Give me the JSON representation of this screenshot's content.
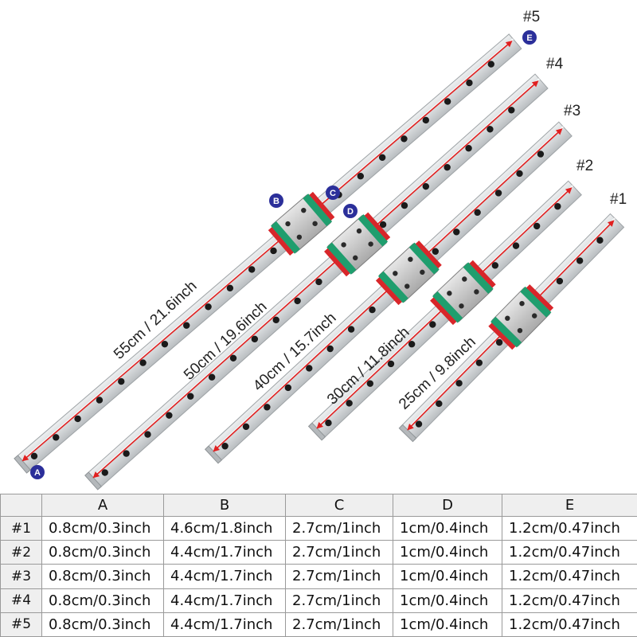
{
  "rails": [
    {
      "number": "#1",
      "length_label": "25cm / 9.8inch"
    },
    {
      "number": "#2",
      "length_label": "30cm / 11.8inch"
    },
    {
      "number": "#3",
      "length_label": "40cm / 15.7inch"
    },
    {
      "number": "#4",
      "length_label": "50cm / 19.6inch"
    },
    {
      "number": "#5",
      "length_label": "55cm / 21.6inch"
    }
  ],
  "markers": {
    "a": "A",
    "b": "B",
    "c": "C",
    "d": "D",
    "e": "E"
  },
  "colors": {
    "rail": "#cfd3d6",
    "rail_highlight": "#eef0f1",
    "measure_line": "#e02020",
    "block_green": "#1f9e6e",
    "block_red": "#d8262a",
    "marker_blue": "#2b2f9a"
  },
  "table": {
    "corner": "",
    "headers": [
      "A",
      "B",
      "C",
      "D",
      "E"
    ],
    "rows": [
      {
        "label": "#1",
        "cells": [
          "0.8cm/0.3inch",
          "4.6cm/1.8inch",
          "2.7cm/1inch",
          "1cm/0.4inch",
          "1.2cm/0.47inch"
        ]
      },
      {
        "label": "#2",
        "cells": [
          "0.8cm/0.3inch",
          "4.4cm/1.7inch",
          "2.7cm/1inch",
          "1cm/0.4inch",
          "1.2cm/0.47inch"
        ]
      },
      {
        "label": "#3",
        "cells": [
          "0.8cm/0.3inch",
          "4.4cm/1.7inch",
          "2.7cm/1inch",
          "1cm/0.4inch",
          "1.2cm/0.47inch"
        ]
      },
      {
        "label": "#4",
        "cells": [
          "0.8cm/0.3inch",
          "4.4cm/1.7inch",
          "2.7cm/1inch",
          "1cm/0.4inch",
          "1.2cm/0.47inch"
        ]
      },
      {
        "label": "#5",
        "cells": [
          "0.8cm/0.3inch",
          "4.4cm/1.7inch",
          "2.7cm/1inch",
          "1cm/0.4inch",
          "1.2cm/0.47inch"
        ]
      }
    ]
  }
}
